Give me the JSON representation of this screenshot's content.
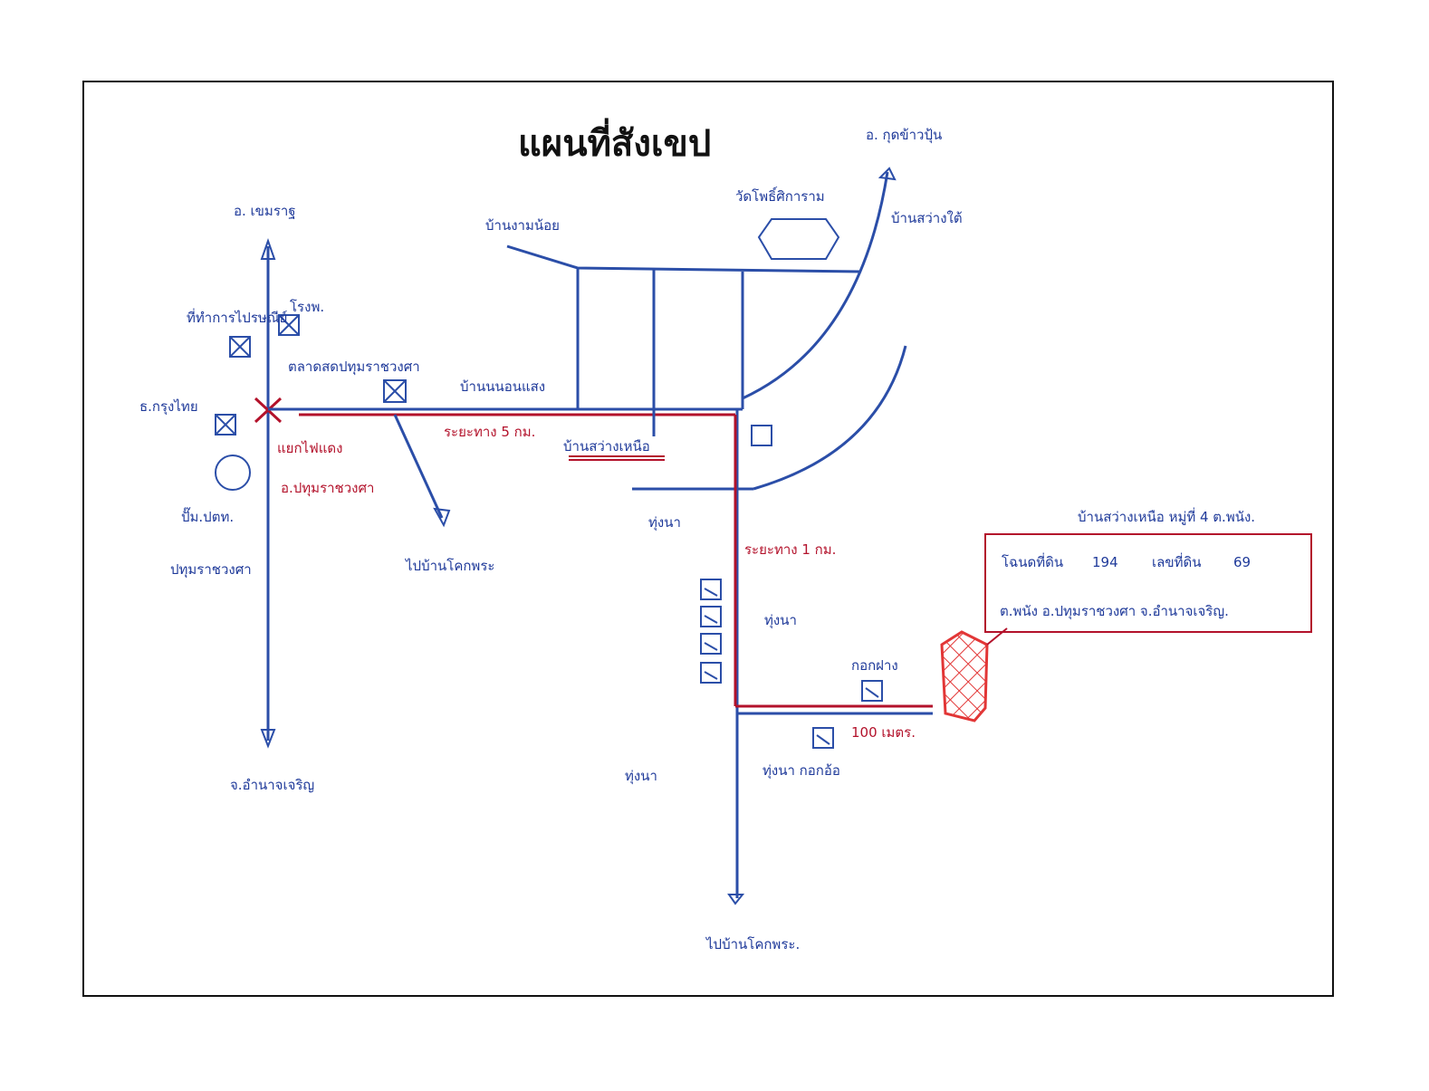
{
  "title": "แผนที่สังเขป",
  "colors": {
    "road": "#2b4ea8",
    "route": "#b3122b",
    "text_blue": "#1f3a9a",
    "parcel": "#e23636"
  },
  "labels": {
    "a_khemarat": "อ. เขมราฐ",
    "a_kut_khao_pun": "อ. กุดข้าวปุ้น",
    "wat": "วัดโพธิ์ศิการาม",
    "ban_ngam_noi": "บ้านงามน้อย",
    "ban_sawang_tai": "บ้านสว่างใต้",
    "tee_po_office": "ที่ทำการไปรษณีย์",
    "hospital": "โรงพ.",
    "market": "ตลาดสดปทุมราชวงศา",
    "ban_non_sawang": "บ้านนนอนแสง",
    "bank": "ธ.กรุงไทย",
    "traffic_light": "แยกไฟแดง",
    "district_red": "อ.ปทุมราชวงศา",
    "gas_station": "ปั๊ม.ปตท.",
    "south_left": "จ.อำนาจเจริญ",
    "pathum_left": "ปทุมราชวงศา",
    "to_ban_khok_phra_1": "ไปบ้านโคกพระ",
    "distance_5km": "ระยะทาง 5 กม.",
    "ban_sawang_nuea": "บ้านสว่างเหนือ",
    "tung_na_1": "ทุ่งนา",
    "tung_na_2": "ทุ่งนา",
    "tung_na_3": "ทุ่งนา",
    "tung_na_kok": "ทุ่งนา กอกอ้อ",
    "distance_1km": "ระยะทาง 1 กม.",
    "ko_fang": "กอกฝาง",
    "distance_100m": "100 เมตร.",
    "to_ban_khok_phra_2": "ไปบ้านโคกพระ."
  },
  "info_box": {
    "header": "บ้านสว่างเหนือ หมู่ที่ 4 ต.พนัง.",
    "line1_label": "โฉนดที่ดิน",
    "deed_no": "194",
    "line1_label2": "เลขที่ดิน",
    "land_no": "69",
    "line2": "ต.พนัง อ.ปทุมราชวงศา จ.อำนาจเจริญ."
  }
}
